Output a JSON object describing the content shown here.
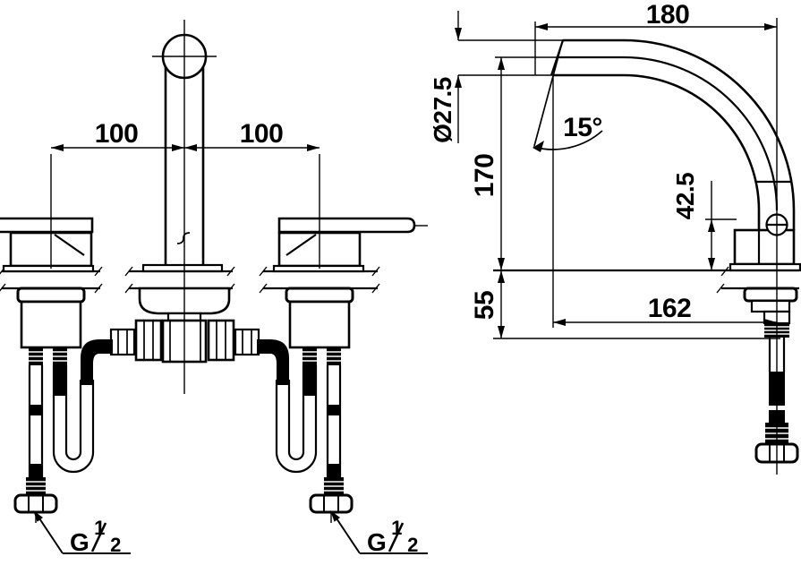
{
  "drawing": {
    "type": "faucet-installation-dimension-drawing",
    "front_view": {
      "spacing_left": "100",
      "spacing_right": "100",
      "thread_left": {
        "prefix": "G",
        "numerator": "1",
        "denominator": "2"
      },
      "thread_right": {
        "prefix": "G",
        "numerator": "1",
        "denominator": "2"
      }
    },
    "side_view": {
      "reach_overall": "180",
      "spout_diameter": "Ø27.5",
      "spout_angle": "15°",
      "height_to_spout_center": "170",
      "clearance_above_deck": "42.5",
      "mounting_depth": "55",
      "reach_to_aerator": "162"
    },
    "colors": {
      "line": "#000000",
      "background": "#ffffff"
    }
  }
}
